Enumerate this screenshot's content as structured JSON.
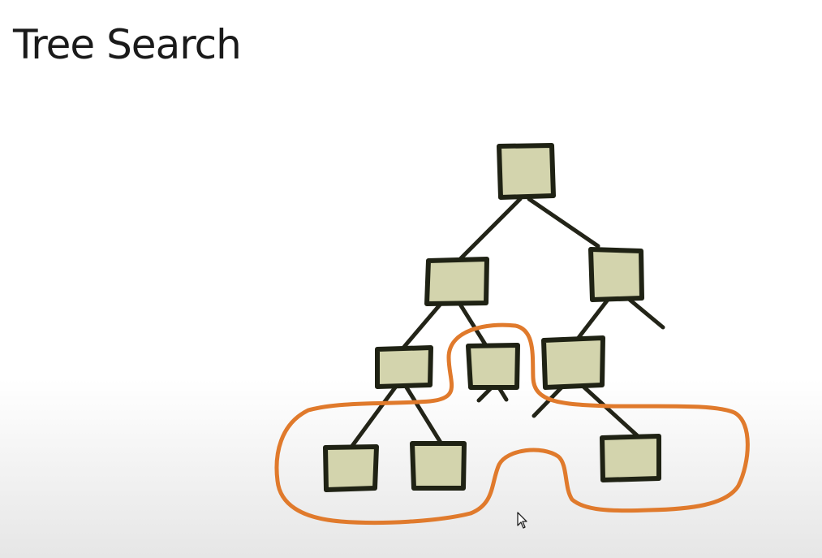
{
  "slide": {
    "title": "Tree Search"
  },
  "colors": {
    "node_fill": "#d3d4ad",
    "node_stroke": "#1f2214",
    "edge_stroke": "#232418",
    "frontier_outline": "#e07a2c"
  },
  "tree": {
    "nodes": [
      "root",
      "l1-left",
      "l1-right",
      "l2-a",
      "l2-b",
      "l2-c",
      "l3-a",
      "l3-b",
      "l3-c"
    ],
    "edges": [
      [
        "root",
        "l1-left"
      ],
      [
        "root",
        "l1-right"
      ],
      [
        "l1-left",
        "l2-a"
      ],
      [
        "l1-left",
        "l2-b"
      ],
      [
        "l1-right",
        "l2-c"
      ],
      [
        "l2-a",
        "l3-a"
      ],
      [
        "l2-a",
        "l3-b"
      ],
      [
        "l2-c",
        "l3-c"
      ]
    ],
    "frontier": [
      "l2-b",
      "l3-a",
      "l3-b",
      "l3-c"
    ]
  },
  "cursor": {
    "icon": "mouse-pointer-icon"
  }
}
